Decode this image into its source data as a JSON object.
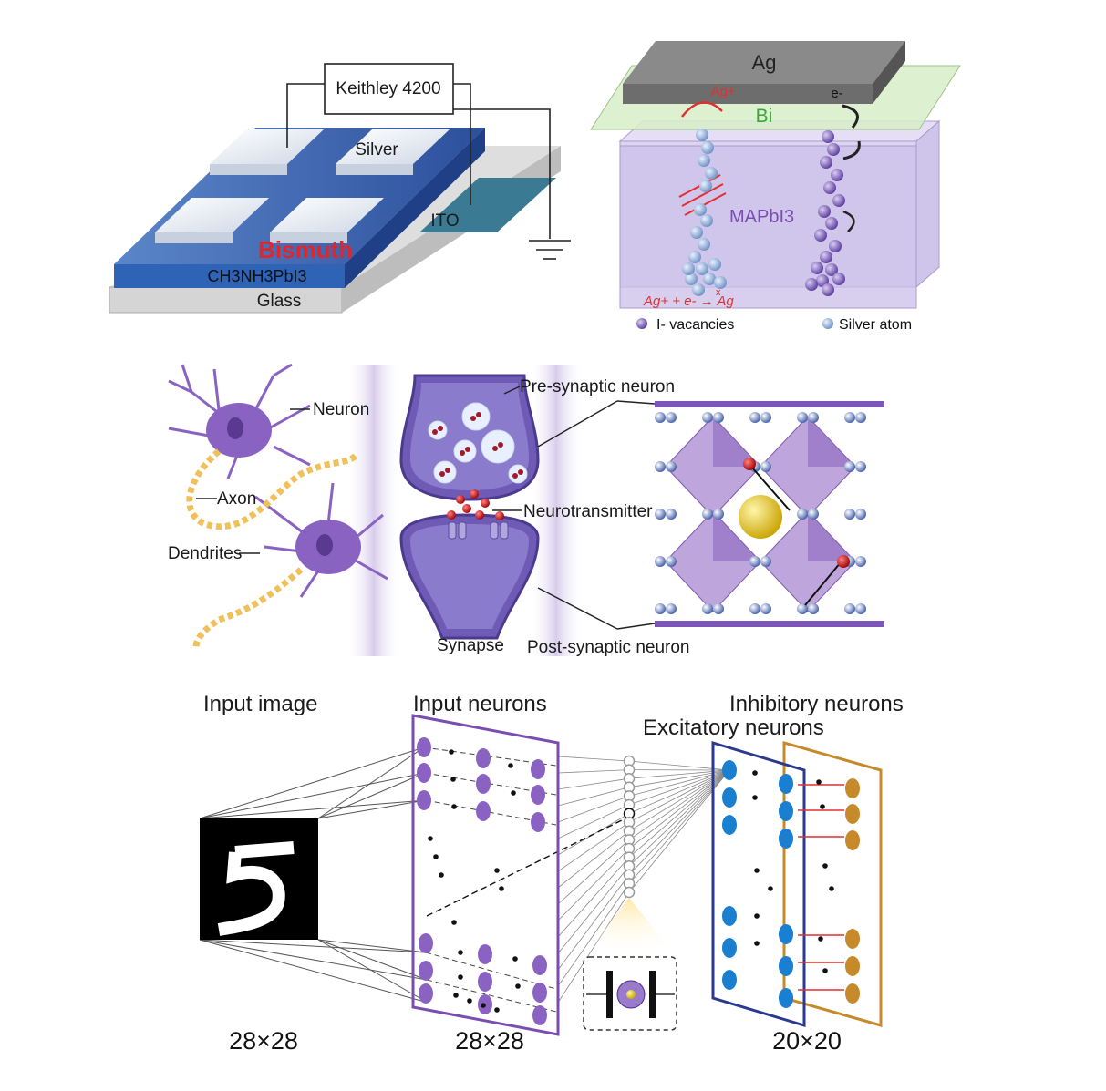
{
  "panel_a": {
    "instrument": "Keithley 4200",
    "top_electrode": "Silver",
    "bottom_electrode": "ITO",
    "interlayer": "Bismuth",
    "perovskite": "CH3NH3PbI3",
    "substrate": "Glass",
    "colors": {
      "interlayer": "#e0262d",
      "perovskite": "#2f63b5"
    }
  },
  "panel_b": {
    "top_electrode": "Ag",
    "interlayer": "Bi",
    "ion_label": "Ag+",
    "electron_label": "e-",
    "bulk_label": "MAPbI3",
    "reaction": "Ag+ + e- → Ag",
    "reaction_mark": "x",
    "legend": [
      {
        "label": "I- vacancies",
        "color": "#6a4caf"
      },
      {
        "label": "Silver atom",
        "color": "#5aa3e0"
      }
    ]
  },
  "panel_c": {
    "labels": {
      "neuron": "Neuron",
      "axon": "Axon",
      "dendrites": "Dendrites",
      "pre": "Pre-synaptic neuron",
      "neurotransmitter": "Neurotransmitter",
      "synapse": "Synapse",
      "post": "Post-synaptic neuron"
    }
  },
  "panel_d": {
    "input_image": "Input image",
    "input_neurons": "Input neurons",
    "excitatory": "Excitatory neurons",
    "inhibitory": "Inhibitory neurons",
    "size_input": "28×28",
    "size_neurons": "28×28",
    "size_out": "20×20",
    "colors": {
      "input": "#7a4eb0",
      "excitatory": "#2b3a8f",
      "inhibitory": "#c78a2a"
    }
  }
}
